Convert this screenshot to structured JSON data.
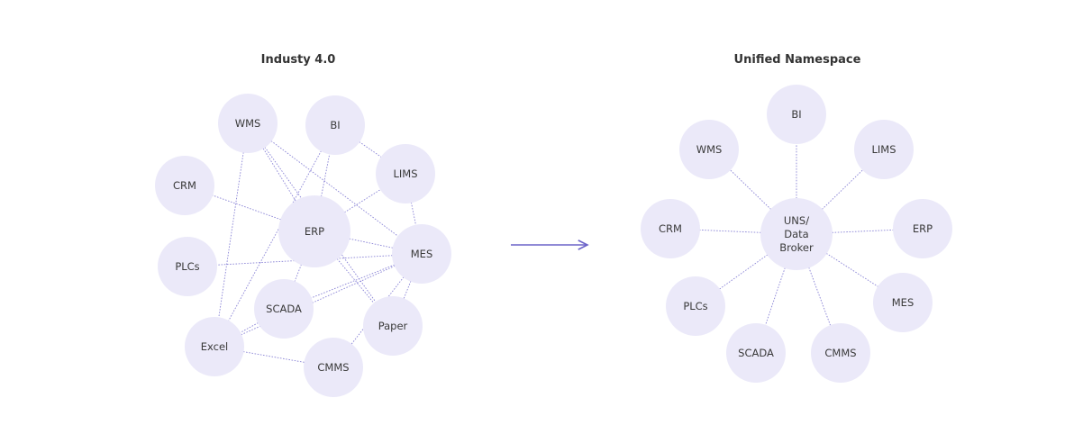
{
  "left_panel": {
    "title": "Industy 4.0",
    "nodes": [
      {
        "id": "wms",
        "label": "WMS"
      },
      {
        "id": "bi",
        "label": "BI"
      },
      {
        "id": "crm",
        "label": "CRM"
      },
      {
        "id": "lims",
        "label": "LIMS"
      },
      {
        "id": "erp",
        "label": "ERP"
      },
      {
        "id": "mes",
        "label": "MES"
      },
      {
        "id": "plcs",
        "label": "PLCs"
      },
      {
        "id": "scada",
        "label": "SCADA"
      },
      {
        "id": "paper",
        "label": "Paper"
      },
      {
        "id": "excel",
        "label": "Excel"
      },
      {
        "id": "cmms",
        "label": "CMMS"
      }
    ],
    "edges": [
      [
        "erp",
        "crm"
      ],
      [
        "erp",
        "wms"
      ],
      [
        "erp",
        "bi"
      ],
      [
        "erp",
        "lims"
      ],
      [
        "erp",
        "mes"
      ],
      [
        "erp",
        "scada"
      ],
      [
        "erp",
        "paper"
      ],
      [
        "bi",
        "lims"
      ],
      [
        "bi",
        "excel"
      ],
      [
        "lims",
        "mes"
      ],
      [
        "wms",
        "mes"
      ],
      [
        "wms",
        "excel"
      ],
      [
        "wms",
        "paper"
      ],
      [
        "mes",
        "plcs"
      ],
      [
        "mes",
        "scada"
      ],
      [
        "mes",
        "paper"
      ],
      [
        "mes",
        "cmms"
      ],
      [
        "mes",
        "excel"
      ],
      [
        "scada",
        "excel"
      ],
      [
        "excel",
        "cmms"
      ]
    ]
  },
  "right_panel": {
    "title": "Unified Namespace",
    "hub": {
      "id": "uns",
      "label_lines": [
        "UNS/",
        "Data",
        "Broker"
      ]
    },
    "nodes": [
      {
        "id": "bi",
        "label": "BI"
      },
      {
        "id": "wms",
        "label": "WMS"
      },
      {
        "id": "lims",
        "label": "LIMS"
      },
      {
        "id": "crm",
        "label": "CRM"
      },
      {
        "id": "erp",
        "label": "ERP"
      },
      {
        "id": "plcs",
        "label": "PLCs"
      },
      {
        "id": "mes",
        "label": "MES"
      },
      {
        "id": "scada",
        "label": "SCADA"
      },
      {
        "id": "cmms",
        "label": "CMMS"
      }
    ]
  },
  "colors": {
    "node_fill": "#ebe9f9",
    "edge": "#8a84d6",
    "arrow": "#6c63c9",
    "title": "#333333",
    "label": "#3a3a3a"
  }
}
